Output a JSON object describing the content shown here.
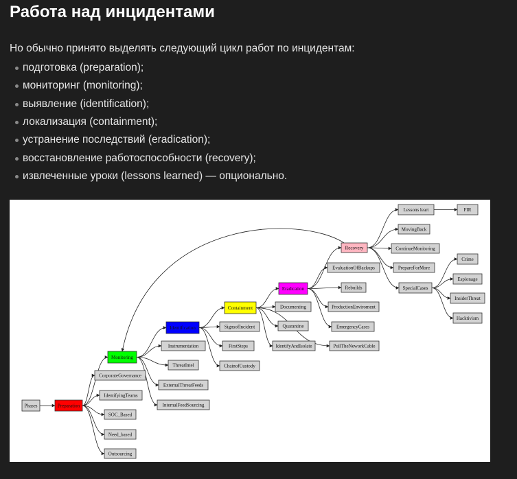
{
  "page": {
    "title": "Работа над инцидентами",
    "intro": "Но обычно принято выделять следующий цикл работ по инцидентам:",
    "bullets": [
      "подготовка (preparation);",
      "мониторинг (monitoring);",
      "выявление (identification);",
      "локализация (containment);",
      "устранение последствий (eradication);",
      "восстановление работоспособности (recovery);",
      "извлеченные уроки (lessons learned) — опционально."
    ]
  },
  "diagram": {
    "nodes": [
      {
        "id": "phases",
        "label": "Phases",
        "fill": "#d3d3d3"
      },
      {
        "id": "preparation",
        "label": "Preparation",
        "fill": "#ff0000"
      },
      {
        "id": "corpgov",
        "label": "CorporateGovernance",
        "fill": "#d3d3d3"
      },
      {
        "id": "identteams",
        "label": "IdentifyingTeams",
        "fill": "#d3d3d3"
      },
      {
        "id": "socbased",
        "label": "SOC_Based",
        "fill": "#d3d3d3"
      },
      {
        "id": "needbased",
        "label": "Need_based",
        "fill": "#d3d3d3"
      },
      {
        "id": "outsourcing",
        "label": "Outsourcing",
        "fill": "#d3d3d3"
      },
      {
        "id": "monitoring",
        "label": "Monitoring",
        "fill": "#00ff00"
      },
      {
        "id": "instrumentation",
        "label": "Instrumentation",
        "fill": "#d3d3d3"
      },
      {
        "id": "threatintel",
        "label": "ThreatIntel",
        "fill": "#d3d3d3"
      },
      {
        "id": "extfeeds",
        "label": "ExternalThreatFeeds",
        "fill": "#d3d3d3"
      },
      {
        "id": "intfeeds",
        "label": "InternalFeedSourcing",
        "fill": "#d3d3d3"
      },
      {
        "id": "identification",
        "label": "Identification",
        "fill": "#0000ff"
      },
      {
        "id": "signs",
        "label": "SignsofIncident",
        "fill": "#d3d3d3"
      },
      {
        "id": "firststeps",
        "label": "FirstSteps",
        "fill": "#d3d3d3"
      },
      {
        "id": "custody",
        "label": "ChainofCustody",
        "fill": "#d3d3d3"
      },
      {
        "id": "containment",
        "label": "Containment",
        "fill": "#ffff00"
      },
      {
        "id": "documenting",
        "label": "Documenting",
        "fill": "#d3d3d3"
      },
      {
        "id": "quarantine",
        "label": "Quarantine",
        "fill": "#d3d3d3"
      },
      {
        "id": "identisolate",
        "label": "IdentifyAndIsolate",
        "fill": "#d3d3d3"
      },
      {
        "id": "pullcable",
        "label": "PullTheNeworkCable",
        "fill": "#d3d3d3"
      },
      {
        "id": "eradication",
        "label": "Eradication",
        "fill": "#ff00ff"
      },
      {
        "id": "evalbackups",
        "label": "EvaluationOfBackups",
        "fill": "#d3d3d3"
      },
      {
        "id": "rebuilds",
        "label": "Rebuilds",
        "fill": "#d3d3d3"
      },
      {
        "id": "prodenv",
        "label": "ProductionEnviroment",
        "fill": "#d3d3d3"
      },
      {
        "id": "emergcases",
        "label": "EmergencyCases",
        "fill": "#d3d3d3"
      },
      {
        "id": "recovery",
        "label": "Recovery",
        "fill": "#ffb6c1"
      },
      {
        "id": "lessons",
        "label": "Lessons leart",
        "fill": "#d3d3d3"
      },
      {
        "id": "fir",
        "label": "FIR",
        "fill": "#d3d3d3"
      },
      {
        "id": "movingback",
        "label": "MovingBack",
        "fill": "#d3d3d3"
      },
      {
        "id": "contmon",
        "label": "ContinueMonitoring",
        "fill": "#d3d3d3"
      },
      {
        "id": "prepmore",
        "label": "PrepareForMore",
        "fill": "#d3d3d3"
      },
      {
        "id": "specialcases",
        "label": "SpecialCases",
        "fill": "#d3d3d3"
      },
      {
        "id": "crime",
        "label": "Crime",
        "fill": "#d3d3d3"
      },
      {
        "id": "espionage",
        "label": "Espionage",
        "fill": "#d3d3d3"
      },
      {
        "id": "insider",
        "label": "InsiderThreat",
        "fill": "#d3d3d3"
      },
      {
        "id": "hacktivism",
        "label": "Hacktivism",
        "fill": "#d3d3d3"
      }
    ],
    "edges": [
      [
        "phases",
        "preparation"
      ],
      [
        "preparation",
        "corpgov"
      ],
      [
        "preparation",
        "identteams"
      ],
      [
        "preparation",
        "socbased"
      ],
      [
        "preparation",
        "needbased"
      ],
      [
        "preparation",
        "outsourcing"
      ],
      [
        "preparation",
        "monitoring"
      ],
      [
        "monitoring",
        "instrumentation"
      ],
      [
        "monitoring",
        "threatintel"
      ],
      [
        "monitoring",
        "extfeeds"
      ],
      [
        "monitoring",
        "intfeeds"
      ],
      [
        "monitoring",
        "identification"
      ],
      [
        "identification",
        "signs"
      ],
      [
        "identification",
        "firststeps"
      ],
      [
        "identification",
        "custody"
      ],
      [
        "identification",
        "containment"
      ],
      [
        "containment",
        "documenting"
      ],
      [
        "containment",
        "quarantine"
      ],
      [
        "containment",
        "identisolate"
      ],
      [
        "containment",
        "pullcable"
      ],
      [
        "containment",
        "eradication"
      ],
      [
        "eradication",
        "evalbackups"
      ],
      [
        "eradication",
        "rebuilds"
      ],
      [
        "eradication",
        "prodenv"
      ],
      [
        "eradication",
        "emergcases"
      ],
      [
        "eradication",
        "recovery"
      ],
      [
        "recovery",
        "lessons"
      ],
      [
        "lessons",
        "fir"
      ],
      [
        "recovery",
        "movingback"
      ],
      [
        "recovery",
        "contmon"
      ],
      [
        "recovery",
        "prepmore"
      ],
      [
        "recovery",
        "specialcases"
      ],
      [
        "specialcases",
        "crime"
      ],
      [
        "specialcases",
        "espionage"
      ],
      [
        "specialcases",
        "insider"
      ],
      [
        "specialcases",
        "hacktivism"
      ],
      [
        "recovery",
        "monitoring"
      ]
    ]
  }
}
